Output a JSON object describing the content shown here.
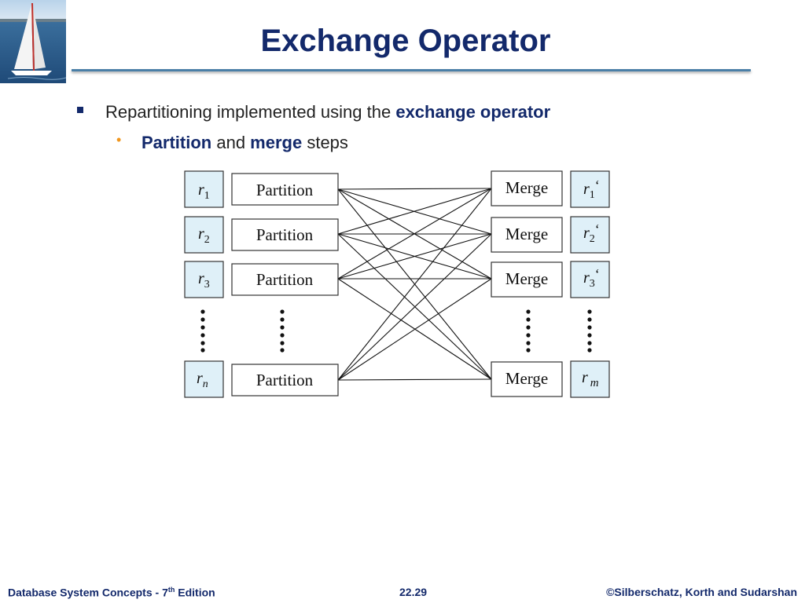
{
  "slide": {
    "title": "Exchange Operator",
    "bullet1_pre": "Repartitioning implemented using the ",
    "bullet1_em": "exchange operator",
    "bullet2_em1": "Partition",
    "bullet2_mid": " and ",
    "bullet2_em2": "merge",
    "bullet2_post": " steps"
  },
  "diagram": {
    "inputs": [
      {
        "base": "r",
        "sub": "1"
      },
      {
        "base": "r",
        "sub": "2"
      },
      {
        "base": "r",
        "sub": "3"
      },
      {
        "base": "r",
        "sub": "n"
      }
    ],
    "partition_label": "Partition",
    "merge_label": "Merge",
    "outputs": [
      {
        "base": "r",
        "sub": "1",
        "prime": "‘"
      },
      {
        "base": "r",
        "sub": "2",
        "prime": "‘"
      },
      {
        "base": "r",
        "sub": "3",
        "prime": "‘"
      },
      {
        "base": "r",
        "sub": "m",
        "prime": ""
      }
    ],
    "colors": {
      "input_fill": "#dff0f8",
      "box_border": "#333333",
      "line": "#111111"
    }
  },
  "footer": {
    "left_pre": "Database System Concepts - 7",
    "left_sup": "th",
    "left_post": " Edition",
    "center": "22.29",
    "right": "©Silberschatz, Korth and Sudarshan"
  }
}
